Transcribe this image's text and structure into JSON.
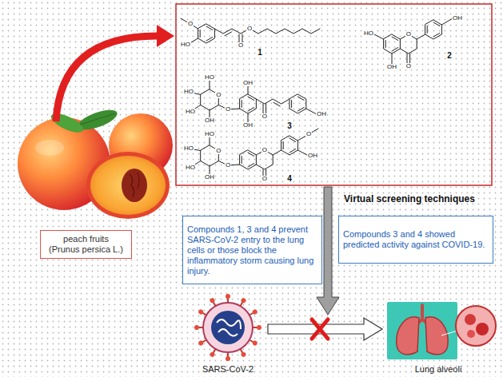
{
  "diagram": {
    "nodes": [
      {
        "text": [
          "peach fruits",
          "(Prunus persica L.)"
        ]
      },
      {
        "text": [
          "Compounds 1, 3 and 4 prevent SARS-CoV-2 entry to the lung cells or those block the inflammatory storm causing lung injury."
        ]
      },
      {
        "text": [
          "Compounds 3 and 4 showed predicted activity against COVID-19."
        ]
      }
    ],
    "labels": [
      "O",
      "HO",
      "O",
      "O",
      "1",
      "HO",
      "O",
      "OH",
      "OH",
      "O",
      "2",
      "HO",
      "HO",
      "O",
      "HO",
      "O",
      "OH",
      "OH",
      "O",
      "OH",
      "OH",
      "3",
      "HO",
      "HO",
      "O",
      "HO",
      "O",
      "OH",
      "O",
      "O",
      "O",
      "OH",
      "4",
      "Virtual screening techniques",
      "SARS-CoV-2",
      "Lung alveoli"
    ]
  }
}
